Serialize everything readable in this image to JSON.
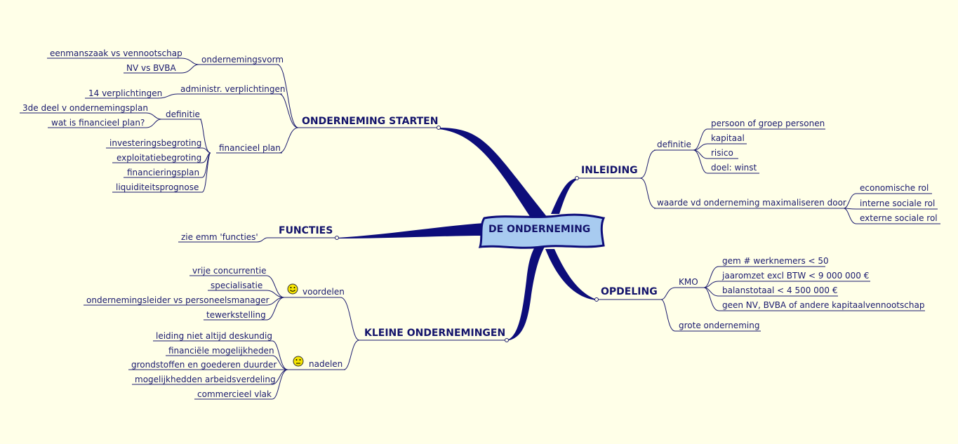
{
  "center": {
    "label": "DE ONDERNEMING"
  },
  "branches": {
    "starten": {
      "label": "ONDERNEMING STARTEN",
      "ondernemingsvorm": {
        "label": "ondernemingsvorm",
        "items": [
          "eenmanszaak vs vennootschap",
          "NV vs BVBA"
        ]
      },
      "administr": {
        "label": "administr. verplichtingen",
        "items": [
          "14 verplichtingen"
        ]
      },
      "financieel": {
        "label": "financieel plan",
        "definitie": {
          "label": "definitie",
          "items": [
            "3de deel v ondernemingsplan",
            "wat is financieel plan?"
          ]
        },
        "items": [
          "investeringsbegroting",
          "exploitatiebegroting",
          "financieringsplan",
          "liquiditeitsprognose"
        ]
      }
    },
    "functies": {
      "label": "FUNCTIES",
      "items": [
        "zie emm 'functies'"
      ]
    },
    "kleine": {
      "label": "KLEINE ONDERNEMINGEN",
      "voordelen": {
        "label": "voordelen",
        "icon": "happy-smiley-icon",
        "items": [
          "vrije concurrentie",
          "specialisatie",
          "ondernemingsleider vs personeelsmanager",
          "tewerkstelling"
        ]
      },
      "nadelen": {
        "label": "nadelen",
        "icon": "neutral-smiley-icon",
        "items": [
          "leiding niet altijd deskundig",
          "financiële mogelijkheden",
          "grondstoffen en goederen duurder",
          "mogelijkhedden arbeidsverdeling",
          "commercieel vlak"
        ]
      }
    },
    "inleiding": {
      "label": "INLEIDING",
      "definitie": {
        "label": "definitie",
        "items": [
          "persoon of groep personen",
          "kapitaal",
          "risico",
          "doel: winst"
        ]
      },
      "waarde": {
        "label": "waarde vd onderneming maximaliseren door",
        "items": [
          "economische rol",
          "interne sociale rol",
          "externe sociale rol"
        ]
      }
    },
    "opdeling": {
      "label": "OPDELING",
      "kmo": {
        "label": "KMO",
        "items": [
          "gem # werknemers < 50",
          "jaaromzet excl BTW < 9 000 000 €",
          "balanstotaal < 4 500 000 €",
          "geen NV, BVBA of andere kapitaalvennootschap"
        ]
      },
      "grote": {
        "label": "grote onderneming"
      }
    }
  },
  "colors": {
    "background": "#FFFFE8",
    "line": "#1A1A6E",
    "branch": "#0D0D7A",
    "center_fill": "#A8CBF0",
    "center_stroke": "#0D0D7A",
    "smiley": "#F5E400"
  }
}
